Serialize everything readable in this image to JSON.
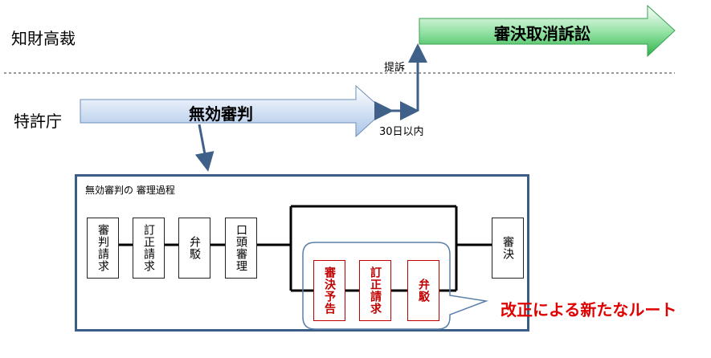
{
  "rows": {
    "top_label": "知財高裁",
    "bottom_label": "特許庁"
  },
  "arrows": {
    "appeal_ruling": "審決取消訴訟",
    "invalidation_trial": "無効審判",
    "filing_label": "提訴",
    "deadline_label": "30日以内"
  },
  "process": {
    "title": "無効審判の 審理過程",
    "steps": [
      "審判請求",
      "訂正請求",
      "弁駁",
      "口頭審理"
    ],
    "final": "審決",
    "new_steps": [
      "審決予告",
      "訂正請求",
      "弁駁"
    ],
    "callout": "改正による新たなルート"
  },
  "colors": {
    "green_arrow": "#2fb34a",
    "blue_arrow": "#a9c4e8",
    "frame": "#3b5e86",
    "new_route": "#e00000"
  }
}
